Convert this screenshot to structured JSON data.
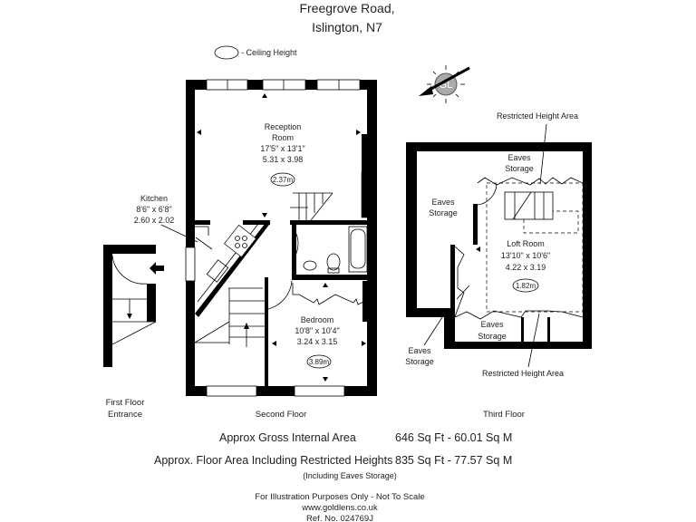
{
  "header": {
    "line1": "Freegrove Road,",
    "line2": "Islington, N7"
  },
  "legend": {
    "ceiling_height_label": "- Ceiling Height"
  },
  "compass": {
    "logo_text": "GL"
  },
  "rooms": {
    "reception": {
      "name1": "Reception",
      "name2": "Room",
      "imperial": "17'5\" x 13'1\"",
      "metric": "5.31 x 3.98",
      "ceiling": "2.37m"
    },
    "kitchen": {
      "name": "Kitchen",
      "imperial": "8'6\" x 6'8\"",
      "metric": "2.60 x 2.02"
    },
    "bedroom": {
      "name": "Bedroom",
      "imperial": "10'8\" x 10'4\"",
      "metric": "3.24 x 3.15",
      "ceiling": "3.89m"
    },
    "loft": {
      "name": "Loft Room",
      "imperial": "13'10\" x 10'6\"",
      "metric": "4.22 x 3.19",
      "ceiling": "1.82m"
    },
    "eaves_top": {
      "l1": "Eaves",
      "l2": "Storage"
    },
    "eaves_left": {
      "l1": "Eaves",
      "l2": "Storage"
    },
    "eaves_bottom": {
      "l1": "Eaves",
      "l2": "Storage"
    },
    "eaves_outer": {
      "l1": "Eaves",
      "l2": "Storage"
    },
    "restricted_top": "Restricted Height Area",
    "restricted_bottom": "Restricted Height Area"
  },
  "floors": {
    "first_l1": "First Floor",
    "first_l2": "Entrance",
    "second": "Second Floor",
    "third": "Third Floor"
  },
  "areas": {
    "gross_label": "Approx Gross Internal Area",
    "gross_value": "646 Sq Ft  - 60.01 Sq M",
    "restricted_label": "Approx. Floor Area Including Restricted Heights",
    "restricted_value": "835 Sq Ft  -  77.57 Sq M",
    "restricted_note": "(Including Eaves Storage)"
  },
  "footer": {
    "disclaimer": "For Illustration Purposes Only - Not To Scale",
    "website": "www.goldlens.co.uk",
    "ref": "Ref. No. 024769J"
  }
}
